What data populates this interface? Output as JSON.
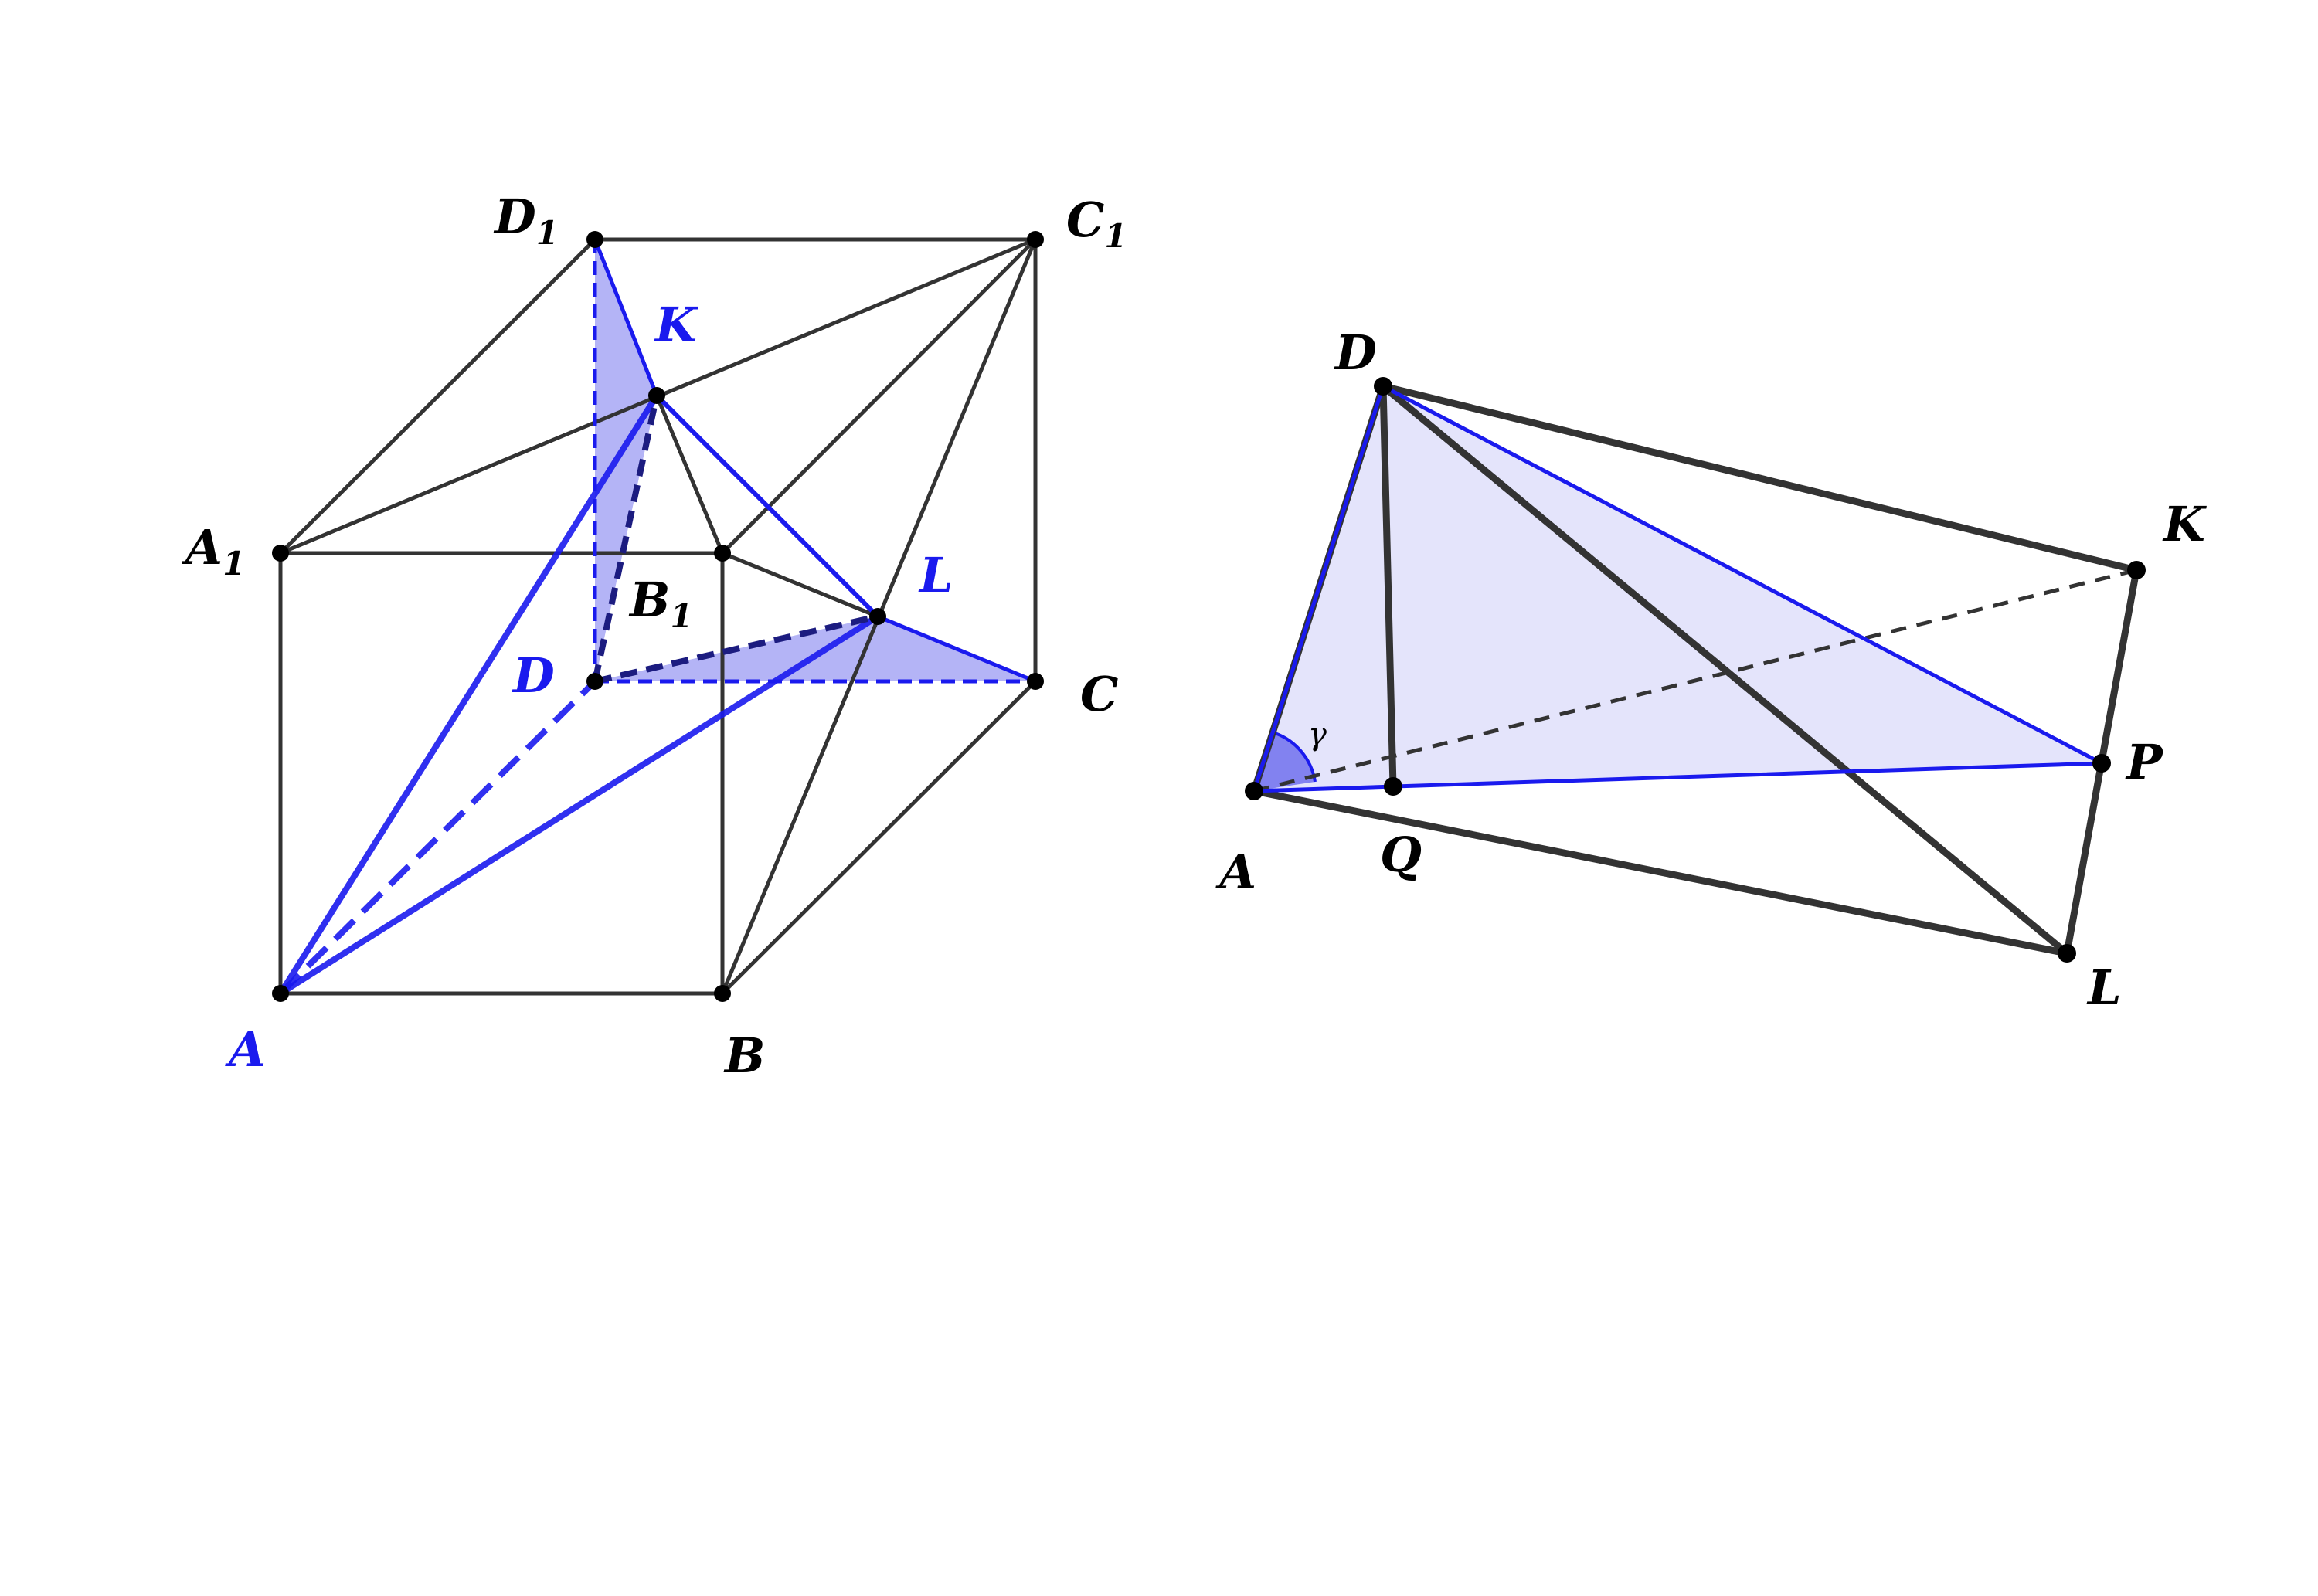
{
  "colors": {
    "line": "#333333",
    "blue": "#1a1aee",
    "blue_fill": "#7777ee",
    "light_fill": "#e4e4fb",
    "point": "#000000",
    "label_black": "#000000",
    "label_blue": "#1a1aee"
  },
  "left_figure": {
    "labels": {
      "D1": {
        "main": "D",
        "sub": "1"
      },
      "C1": {
        "main": "C",
        "sub": "1"
      },
      "A1": {
        "main": "A",
        "sub": "1"
      },
      "B1": {
        "main": "B",
        "sub": "1"
      },
      "K": "K",
      "L": "L",
      "D": "D",
      "C": "C",
      "A": "A",
      "B": "B"
    }
  },
  "right_figure": {
    "labels": {
      "D": "D",
      "K": "K",
      "P": "P",
      "A": "A",
      "Q": "Q",
      "L": "L",
      "gamma": "γ"
    }
  }
}
